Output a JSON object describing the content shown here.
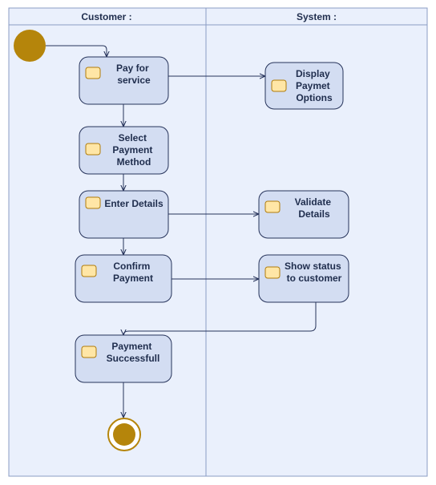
{
  "swimlanes": {
    "customer_title": "Customer :",
    "system_title": "System :"
  },
  "activities": {
    "pay_for_service": [
      "Pay for",
      "service"
    ],
    "display_payment_options": [
      "Display",
      "Paymet",
      "Options"
    ],
    "select_payment_method": [
      "Select",
      "Payment",
      "Method"
    ],
    "enter_details": [
      "Enter Details"
    ],
    "validate_details": [
      "Validate",
      "Details"
    ],
    "confirm_payment": [
      "Confirm",
      "Payment"
    ],
    "show_status": [
      "Show status",
      "to customer"
    ],
    "payment_successful": [
      "Payment",
      "Successfull"
    ]
  },
  "colors": {
    "lane_fill": "#eaf0fc",
    "lane_border": "#8b9cc4",
    "activity_fill": "#d3ddf2",
    "activity_border": "#26335a",
    "icon_fill": "#ffe6a6",
    "icon_border": "#b07c0a",
    "node_fill": "#b5850b",
    "arrow": "#26335a",
    "text": "#1f2d4d"
  }
}
